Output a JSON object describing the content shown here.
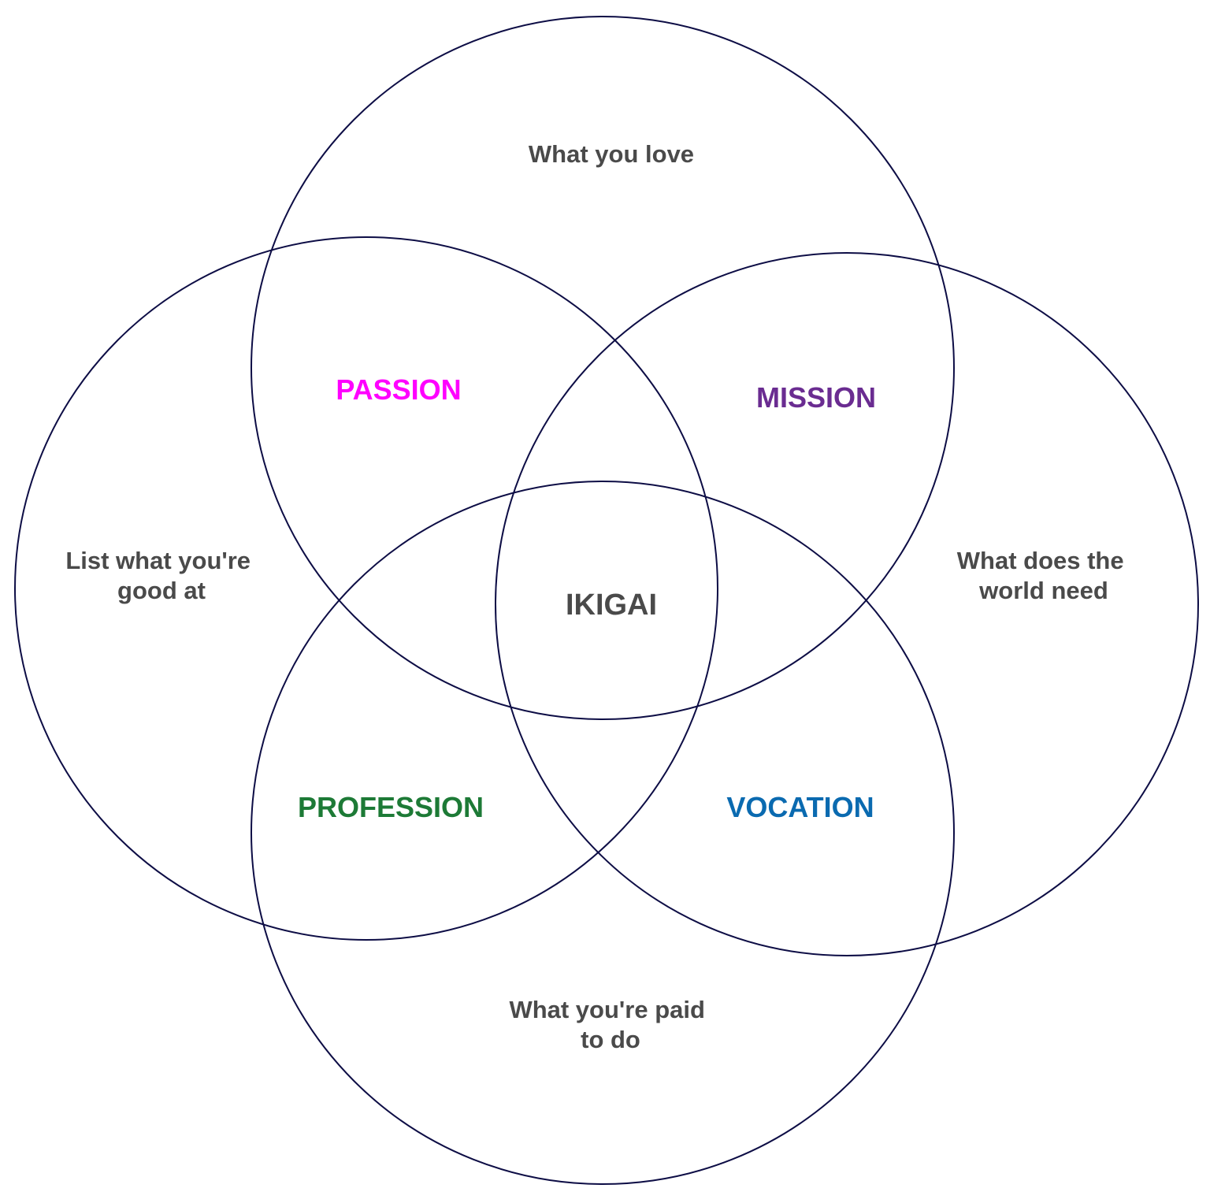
{
  "colors": {
    "circle_stroke": "#0d0d45",
    "region_text": "#4a4a4a",
    "passion": "#ff00ff",
    "mission": "#6a2c91",
    "profession": "#1d7a36",
    "vocation": "#0a6ab0",
    "center": "#4a4a4a"
  },
  "regions": {
    "love": "What you love",
    "good_at": [
      "List what you're",
      "good at"
    ],
    "world_need": [
      "What does the",
      "world need"
    ],
    "paid": [
      "What you're paid",
      "to do"
    ]
  },
  "intersections": {
    "passion": "PASSION",
    "mission": "MISSION",
    "profession": "PROFESSION",
    "vocation": "VOCATION"
  },
  "center": "IKIGAI"
}
